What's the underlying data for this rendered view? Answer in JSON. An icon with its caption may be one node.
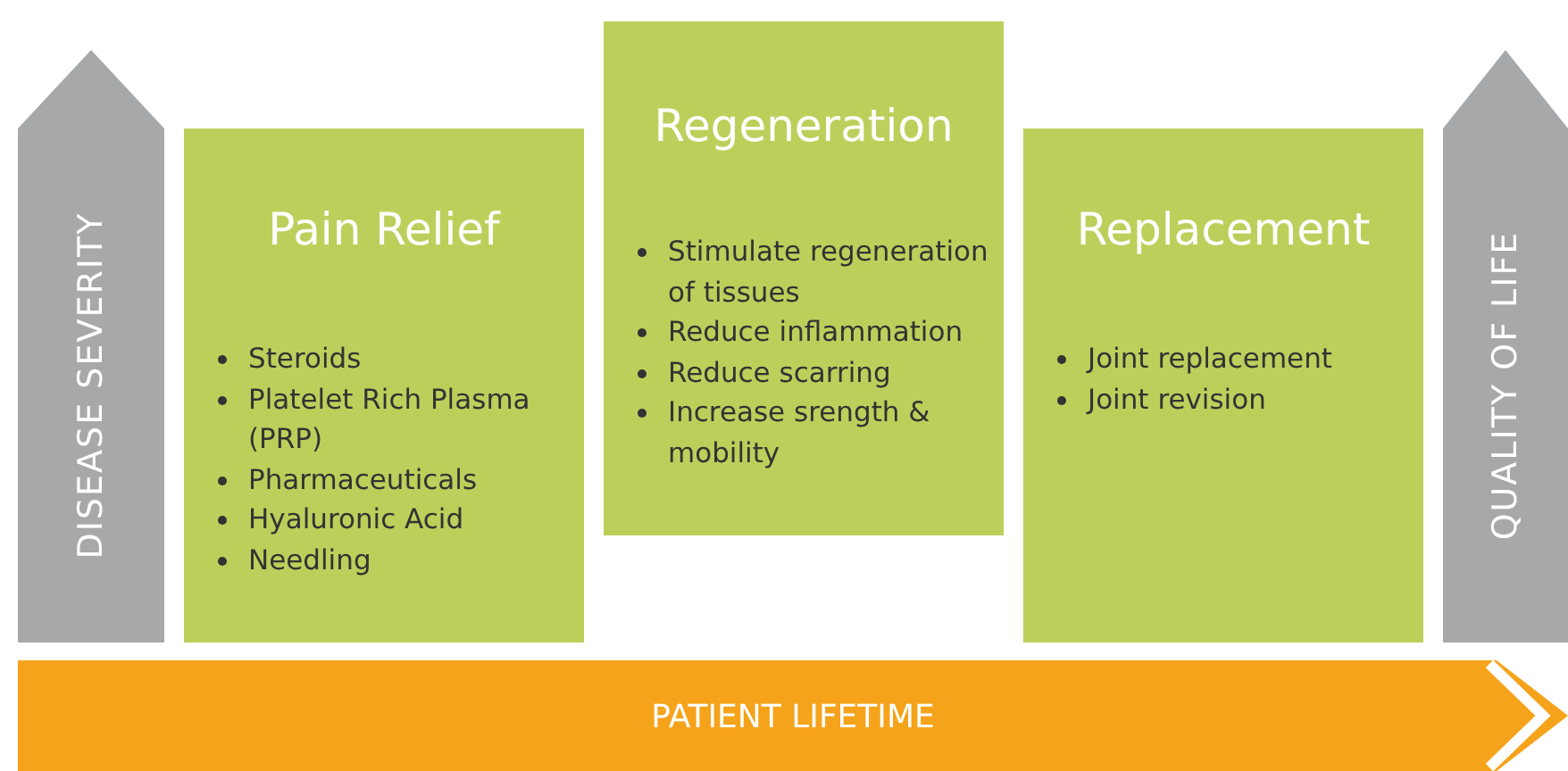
{
  "diagram": {
    "nodes": [
      {
        "text": [
          "DISEASE SEVERITY"
        ]
      },
      {
        "text": [
          "Pain Relief",
          "Steroids",
          "Platelet Rich Plasma (PRP)",
          "Pharmaceuticals",
          "Hyaluronic Acid",
          "Needling"
        ]
      },
      {
        "text": [
          "Regeneration",
          "Stimulate regeneration of tissues",
          "Reduce inflammation",
          "Reduce scarring",
          "Increase srength & mobility"
        ]
      },
      {
        "text": [
          "Replacement",
          "Joint replacement",
          "Joint revision"
        ]
      },
      {
        "text": [
          "QUALITY OF LIFE"
        ]
      },
      {
        "text": [
          "PATIENT LIFETIME"
        ]
      }
    ]
  }
}
